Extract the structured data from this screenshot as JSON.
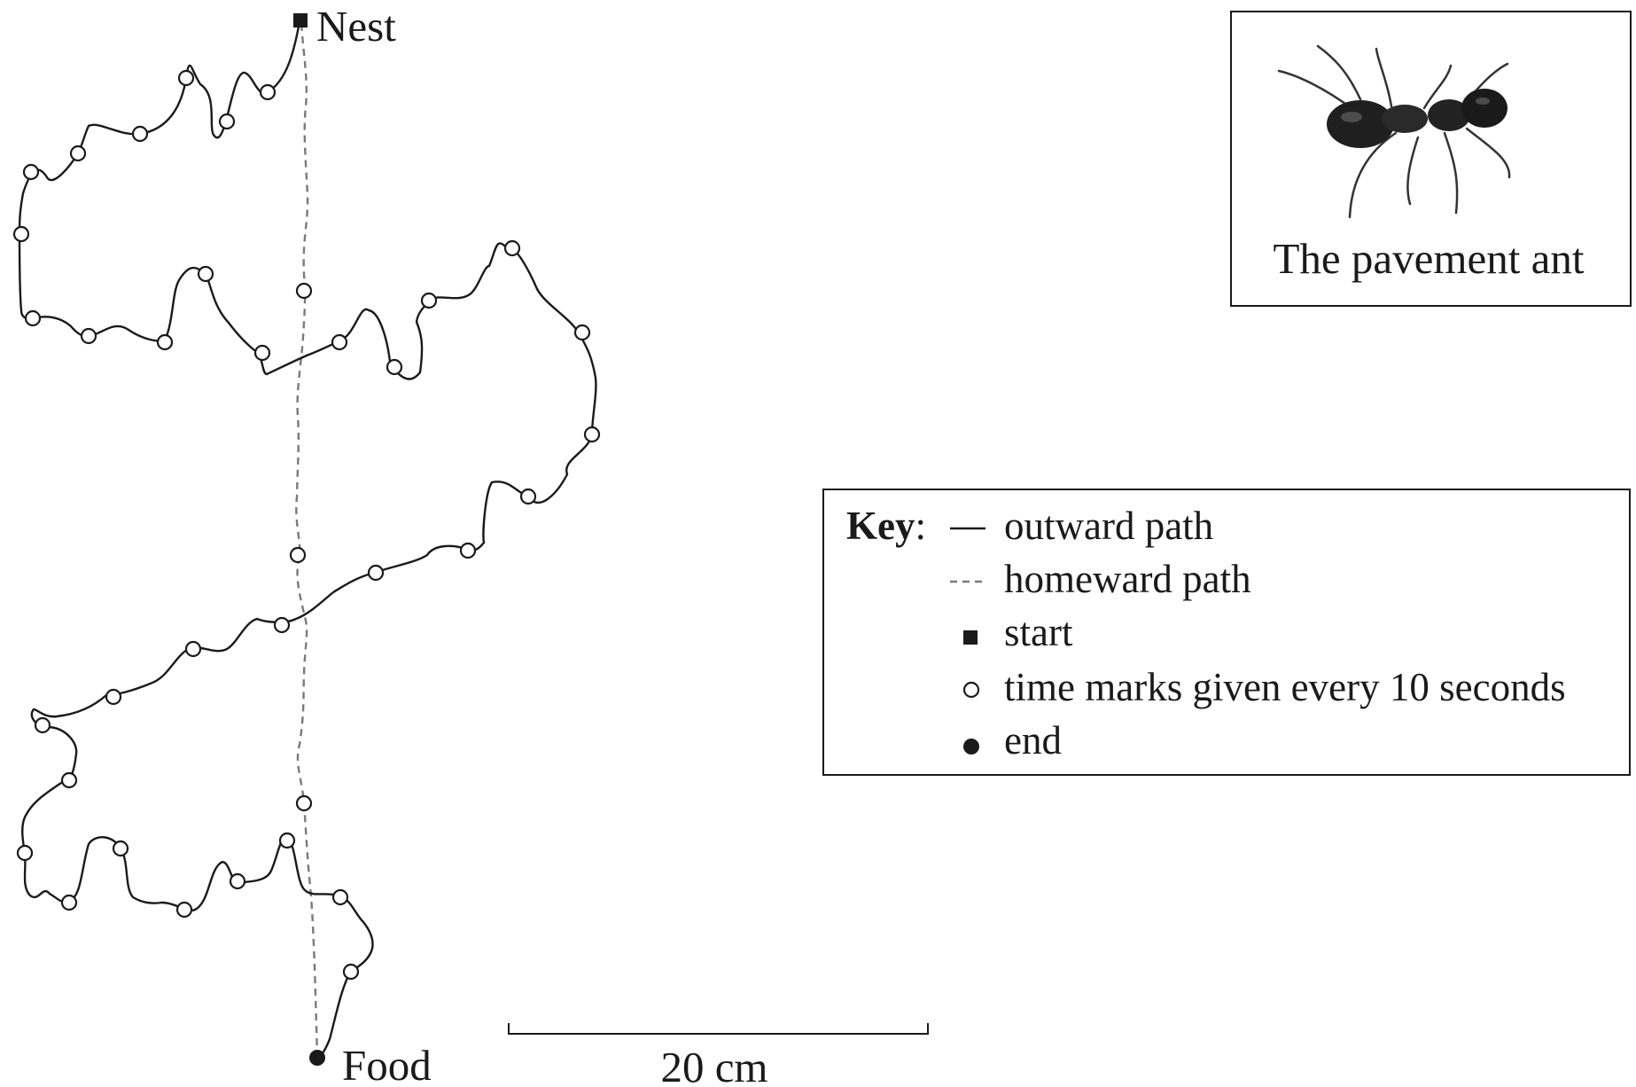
{
  "labels": {
    "nest": "Nest",
    "food": "Food"
  },
  "scale_bar": {
    "label": "20 cm",
    "length_cm": 20
  },
  "photo": {
    "caption": "The pavement ant",
    "icon": "ant-icon"
  },
  "key": {
    "heading": "Key",
    "colon": ":",
    "items": [
      {
        "symbol": "solid-line",
        "label": "outward path"
      },
      {
        "symbol": "dashed-line",
        "label": "homeward path"
      },
      {
        "symbol": "filled-square",
        "label": "start"
      },
      {
        "symbol": "open-circle",
        "label": "time marks given every 10 seconds"
      },
      {
        "symbol": "filled-circle",
        "label": "end"
      }
    ]
  },
  "colors": {
    "ink": "#1a1a1a",
    "homeward": "#7a7a7a"
  }
}
